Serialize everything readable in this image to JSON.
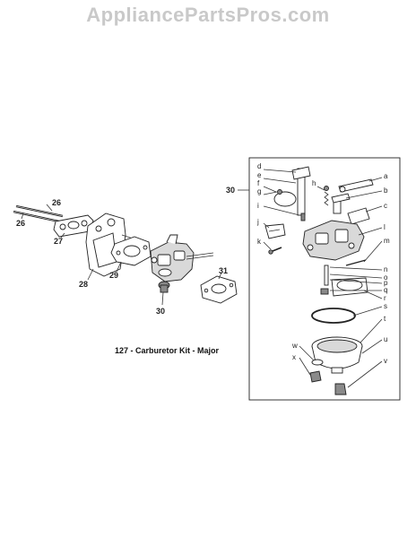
{
  "watermark": "AppliancePartsPros.com",
  "caption": "127 - Carburetor Kit - Major",
  "main_labels": [
    "26",
    "26",
    "27",
    "28",
    "29",
    "30",
    "31"
  ],
  "detail_label": "30",
  "detail_letters": [
    "a",
    "b",
    "c",
    "d",
    "e",
    "f",
    "g",
    "h",
    "i",
    "j",
    "k",
    "l",
    "m",
    "n",
    "o",
    "p",
    "q",
    "r",
    "s",
    "t",
    "u",
    "v",
    "w",
    "x"
  ]
}
